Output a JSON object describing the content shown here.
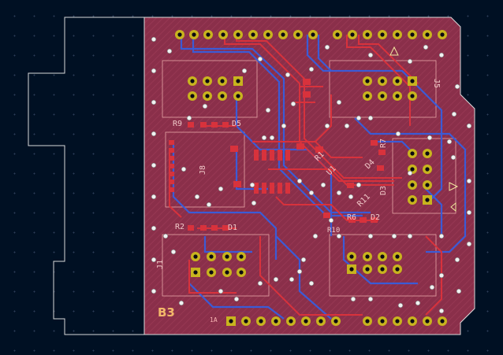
{
  "board": {
    "name": "B3",
    "pin1_marker": "1A"
  },
  "designators": {
    "r9": "R9",
    "d5": "D5",
    "r2": "R2",
    "d1": "D1",
    "r1": "R1",
    "r6": "R6",
    "d2": "D2",
    "r11": "R11",
    "d3": "D3",
    "d4": "D4",
    "j1": "J1",
    "j5": "J5",
    "j8": "J8",
    "u1": "U1",
    "r10": "R10",
    "r7": "R7"
  },
  "colors": {
    "background": "#001023",
    "copper_fill": "#8a2f4a",
    "front_trace": "#d8323c",
    "back_trace": "#3b5bd6",
    "pad_gold": "#c8b41e",
    "silkscreen": "#f0c8c8",
    "edge_cuts": "#d9d9d9",
    "board_label": "#f3b86a"
  },
  "icons": {
    "pad": "through-hole-pad-icon",
    "via": "via-icon"
  }
}
